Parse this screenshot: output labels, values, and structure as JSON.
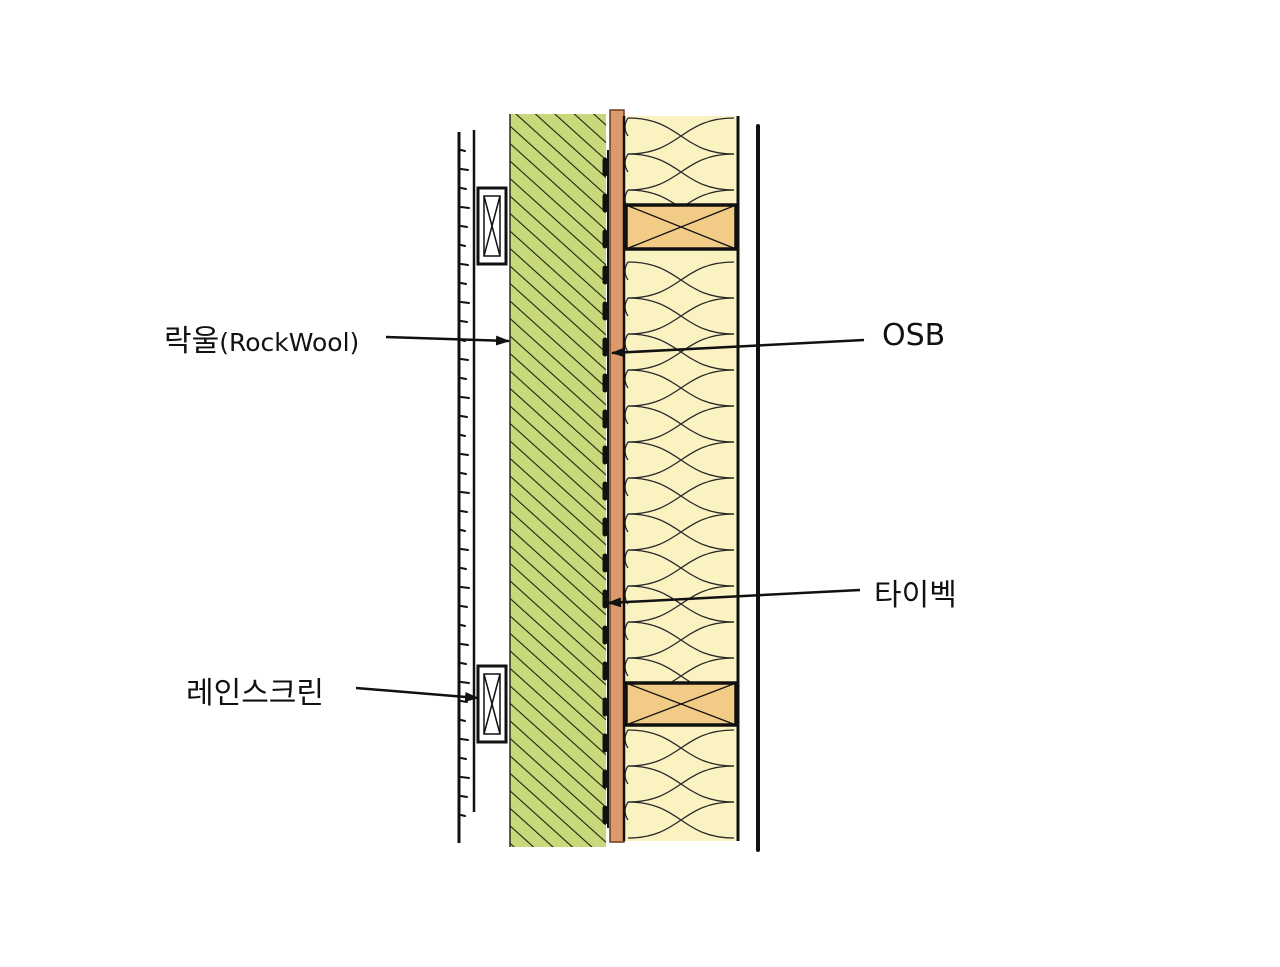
{
  "labels": {
    "rockwool_main": "락울",
    "rockwool_sub": "(RockWool)",
    "osb": "OSB",
    "tyvek": "타이벡",
    "rainscreen": "레인스크린"
  },
  "colors": {
    "rockwool_fill": "#c7d97a",
    "insulation_fill": "#fbf2c1",
    "osb_fill": "#dc9a6c",
    "stud_fill": "#f2cc86",
    "line": "#111111"
  }
}
